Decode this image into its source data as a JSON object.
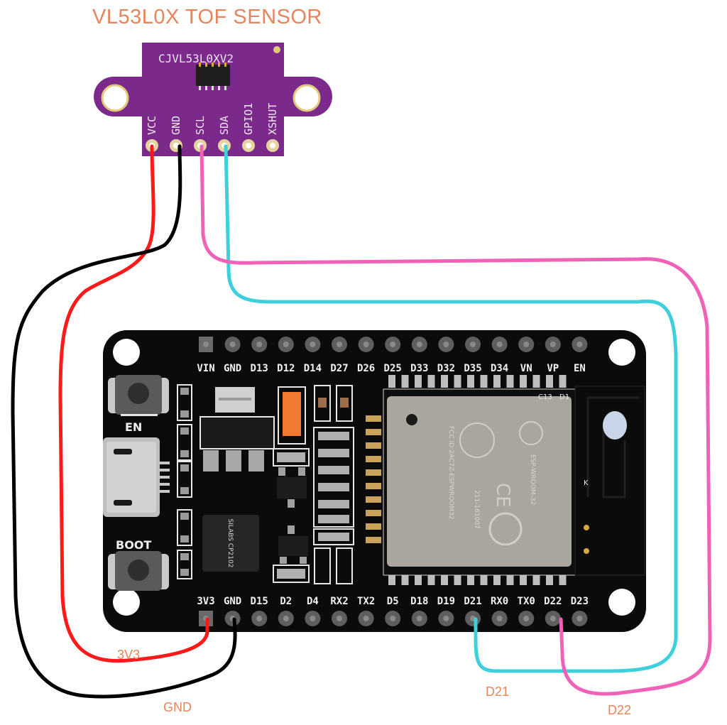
{
  "title": "VL53L0X TOF SENSOR",
  "sensor": {
    "board_label": "CJVL53L0XV2",
    "pins": [
      "VCC",
      "GND",
      "SCL",
      "SDA",
      "GPIO1",
      "XSHUT"
    ],
    "color": "#7b2a8c"
  },
  "esp32": {
    "top_pins": [
      "VIN",
      "GND",
      "D13",
      "D12",
      "D14",
      "D27",
      "D26",
      "D25",
      "D33",
      "D32",
      "D35",
      "D34",
      "VN",
      "VP",
      "EN"
    ],
    "bottom_pins": [
      "3V3",
      "GND",
      "D15",
      "D2",
      "D4",
      "RX2",
      "TX2",
      "D5",
      "D18",
      "D19",
      "D21",
      "RX0",
      "TX0",
      "D22",
      "D23"
    ],
    "buttons": {
      "en": "EN",
      "boot": "BOOT"
    },
    "module_label": "ESP-WROOM-32",
    "module_fcc": "FCC ID:2AC7Z-ESPWROOM32",
    "module_cert": "211-161007",
    "antenna_mark": "K",
    "silk_marks": {
      "c13": "C13",
      "d1": "D1"
    }
  },
  "wires": [
    {
      "from": "VCC",
      "to": "3V3",
      "label": "3V3",
      "color": "#ff1a1a"
    },
    {
      "from": "GND",
      "to": "GND",
      "label": "GND",
      "color": "#000000"
    },
    {
      "from": "SDA",
      "to": "D21",
      "label": "D21",
      "color": "#3dd0dc"
    },
    {
      "from": "SCL",
      "to": "D22",
      "label": "D22",
      "color": "#f062b8"
    }
  ],
  "labels": {
    "l3v3": "3V3",
    "lgnd": "GND",
    "ld21": "D21",
    "ld22": "D22"
  }
}
